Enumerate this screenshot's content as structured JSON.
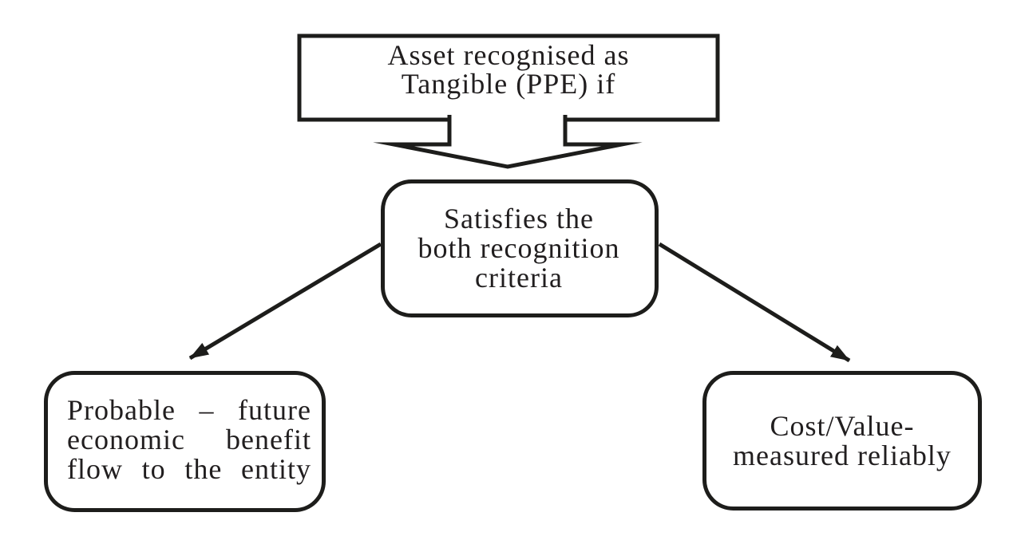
{
  "diagram": {
    "type": "flowchart",
    "colors": {
      "paper": "#ffffff",
      "stroke": "#1d1d1b",
      "ink": "#211e1f"
    },
    "nodes": {
      "top": {
        "shape": "rectangle",
        "lines": [
          "Asset recognised as",
          "Tangible (PPE) if"
        ]
      },
      "middle": {
        "shape": "rounded-rectangle",
        "lines": [
          "Satisfies the",
          "both recognition",
          "criteria"
        ]
      },
      "bottom_left": {
        "shape": "rounded-rectangle",
        "lines": [
          "Probable – future",
          "economic benefit",
          "flow to the entity"
        ]
      },
      "bottom_right": {
        "shape": "rounded-rectangle",
        "lines": [
          "Cost/Value-",
          "measured reliably"
        ]
      }
    },
    "connectors": [
      {
        "from": "top",
        "to": "middle",
        "style": "block-down-arrow"
      },
      {
        "from": "middle",
        "to": "bottom_left",
        "style": "diagonal-line-arrow"
      },
      {
        "from": "middle",
        "to": "bottom_right",
        "style": "diagonal-line-arrow"
      }
    ]
  }
}
